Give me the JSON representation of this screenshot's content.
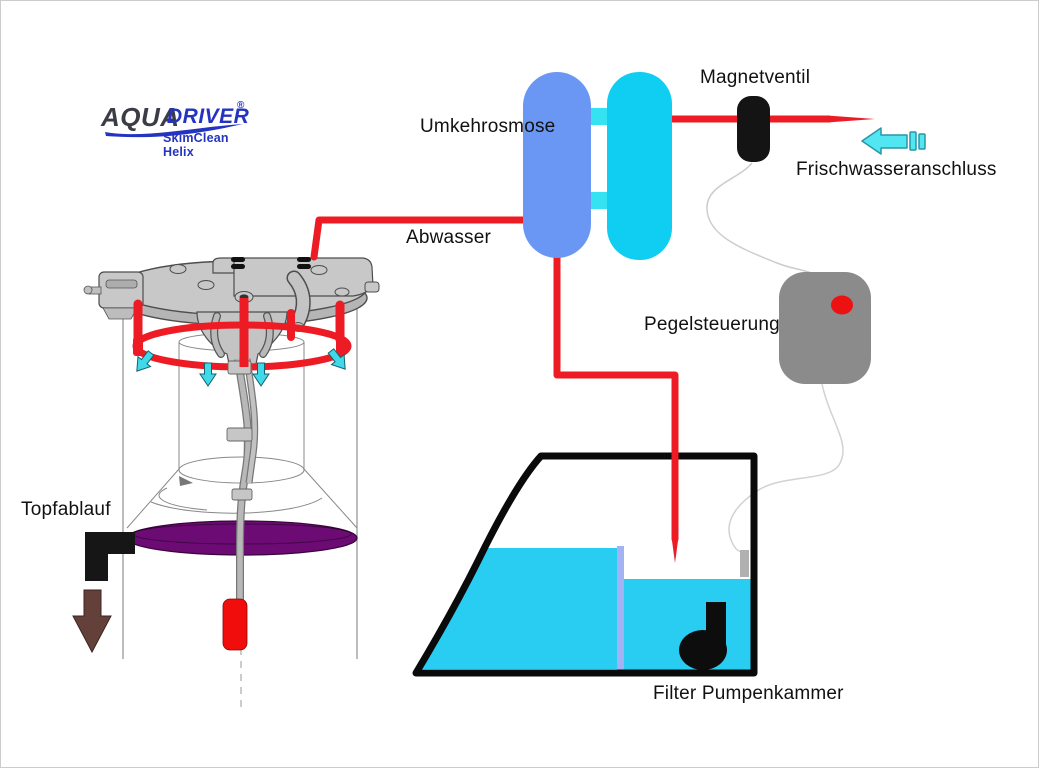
{
  "logo": {
    "brand_primary": "AQUA",
    "brand_secondary": "DRIVER",
    "registered": "®",
    "subtitle": "SkimClean Helix"
  },
  "labels": {
    "umkehrosmose": "Umkehrosmose",
    "magnetventil": "Magnetventil",
    "frischwasseranschluss": "Frischwasseranschluss",
    "abwasser": "Abwasser",
    "pegelsteuerung": "Pegelsteuerung",
    "topfablauf": "Topfablauf",
    "filter_pumpenkammer": "Filter Pumpenkammer"
  },
  "colors": {
    "tube_red": "#ed1c24",
    "osmosis_left_capsule": "#6a97f3",
    "osmosis_right_capsule": "#10cdf2",
    "osmosis_connector_cyan": "#35e2f2",
    "tank_water_cyan": "#29cdf2",
    "chamber_divider": "#a3b2f2",
    "valve_black": "#141414",
    "controller_gray": "#8b8b8b",
    "led_red": "#ee1111",
    "collection_cup_plate_purple": "#6d0b75",
    "drain_arrow_brown": "#64403a",
    "fresh_water_arrow_cyan": "#52e5f2",
    "spray_arrow_cyan": "#3fd9e8",
    "logo_blue": "#2433c0",
    "logo_dark": "#3c3c46",
    "skimmer_gray": "#c8c8c8"
  },
  "icons": {
    "fresh_water_inlet": "left-arrow-with-hose-icon",
    "pot_drain": "down-arrow-icon",
    "spray_flow": "small-down-arrows-icon",
    "pump": "pump-icon",
    "led": "status-led-icon"
  }
}
